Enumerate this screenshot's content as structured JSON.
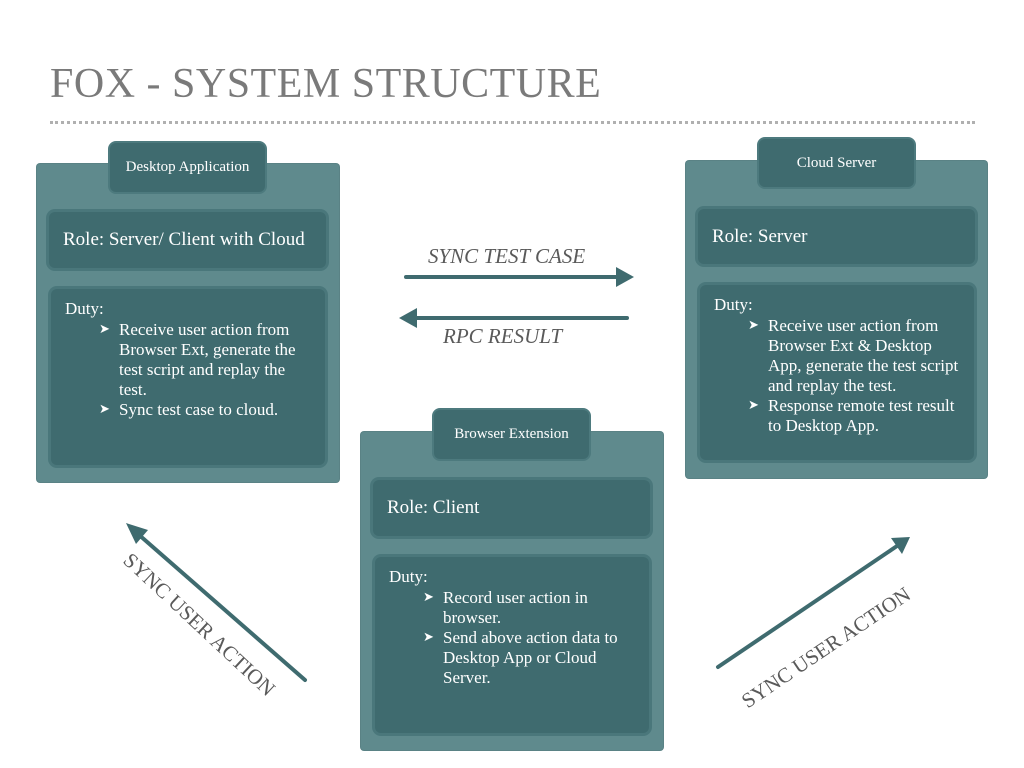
{
  "title": "FOX - SYSTEM STRUCTURE",
  "colors": {
    "panel": "#5f8a8d",
    "inner": "#3f6b6f",
    "arrow": "#3f6b6f",
    "text_gray": "#7a7a7a"
  },
  "desktop": {
    "tab": "Desktop Application",
    "role": "Role: Server/ Client with Cloud",
    "duty_title": "Duty:",
    "duties": [
      "Receive user action from Browser Ext, generate the test script and replay the test.",
      "Sync test case to cloud."
    ]
  },
  "cloud": {
    "tab": "Cloud Server",
    "role": "Role: Server",
    "duty_title": "Duty:",
    "duties": [
      "Receive user action from Browser Ext & Desktop App, generate the test script and replay the test.",
      "Response remote test result to Desktop App."
    ]
  },
  "browser": {
    "tab": "Browser Extension",
    "role": "Role: Client",
    "duty_title": "Duty:",
    "duties": [
      "Record user action in browser.",
      "Send above action data to Desktop App or Cloud Server."
    ]
  },
  "arrows": {
    "sync_test_case": "SYNC TEST CASE",
    "rpc_result": "RPC RESULT",
    "sync_user_action_left": "SYNC USER ACTION",
    "sync_user_action_right": "SYNC USER ACTION"
  },
  "bullet_glyph": "➤"
}
